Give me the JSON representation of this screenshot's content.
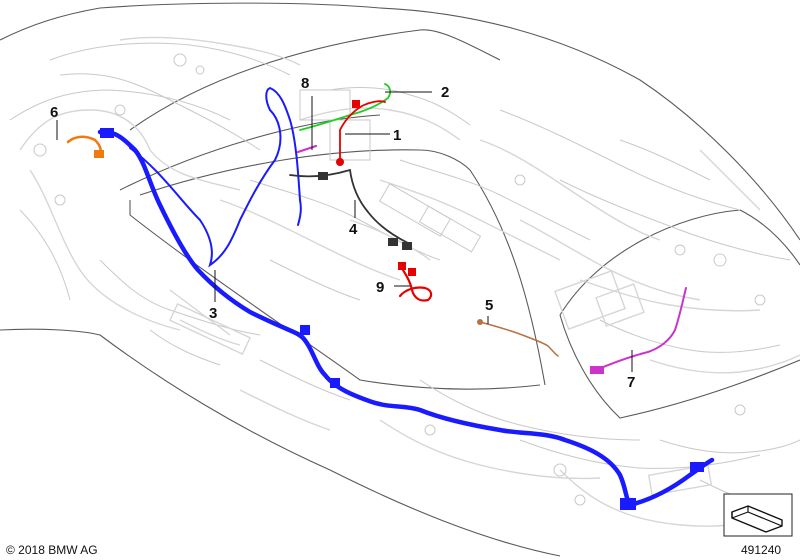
{
  "colors": {
    "main_harness": "#1a1aff",
    "green_harness": "#22cc22",
    "red_harness": "#e60000",
    "orange_harness": "#f07a10",
    "magenta_harness": "#cc33cc",
    "brown_harness": "#b87040",
    "dark_harness": "#333333"
  },
  "callouts": [
    {
      "id": "1",
      "label": "1"
    },
    {
      "id": "2",
      "label": "2"
    },
    {
      "id": "3",
      "label": "3"
    },
    {
      "id": "4",
      "label": "4"
    },
    {
      "id": "5",
      "label": "5"
    },
    {
      "id": "6",
      "label": "6"
    },
    {
      "id": "7",
      "label": "7"
    },
    {
      "id": "8",
      "label": "8"
    },
    {
      "id": "9",
      "label": "9"
    }
  ],
  "footer": {
    "copyright": "© 2018 BMW AG",
    "document_number": "491240"
  },
  "symbol": {
    "icon": "part-symbol-icon"
  }
}
